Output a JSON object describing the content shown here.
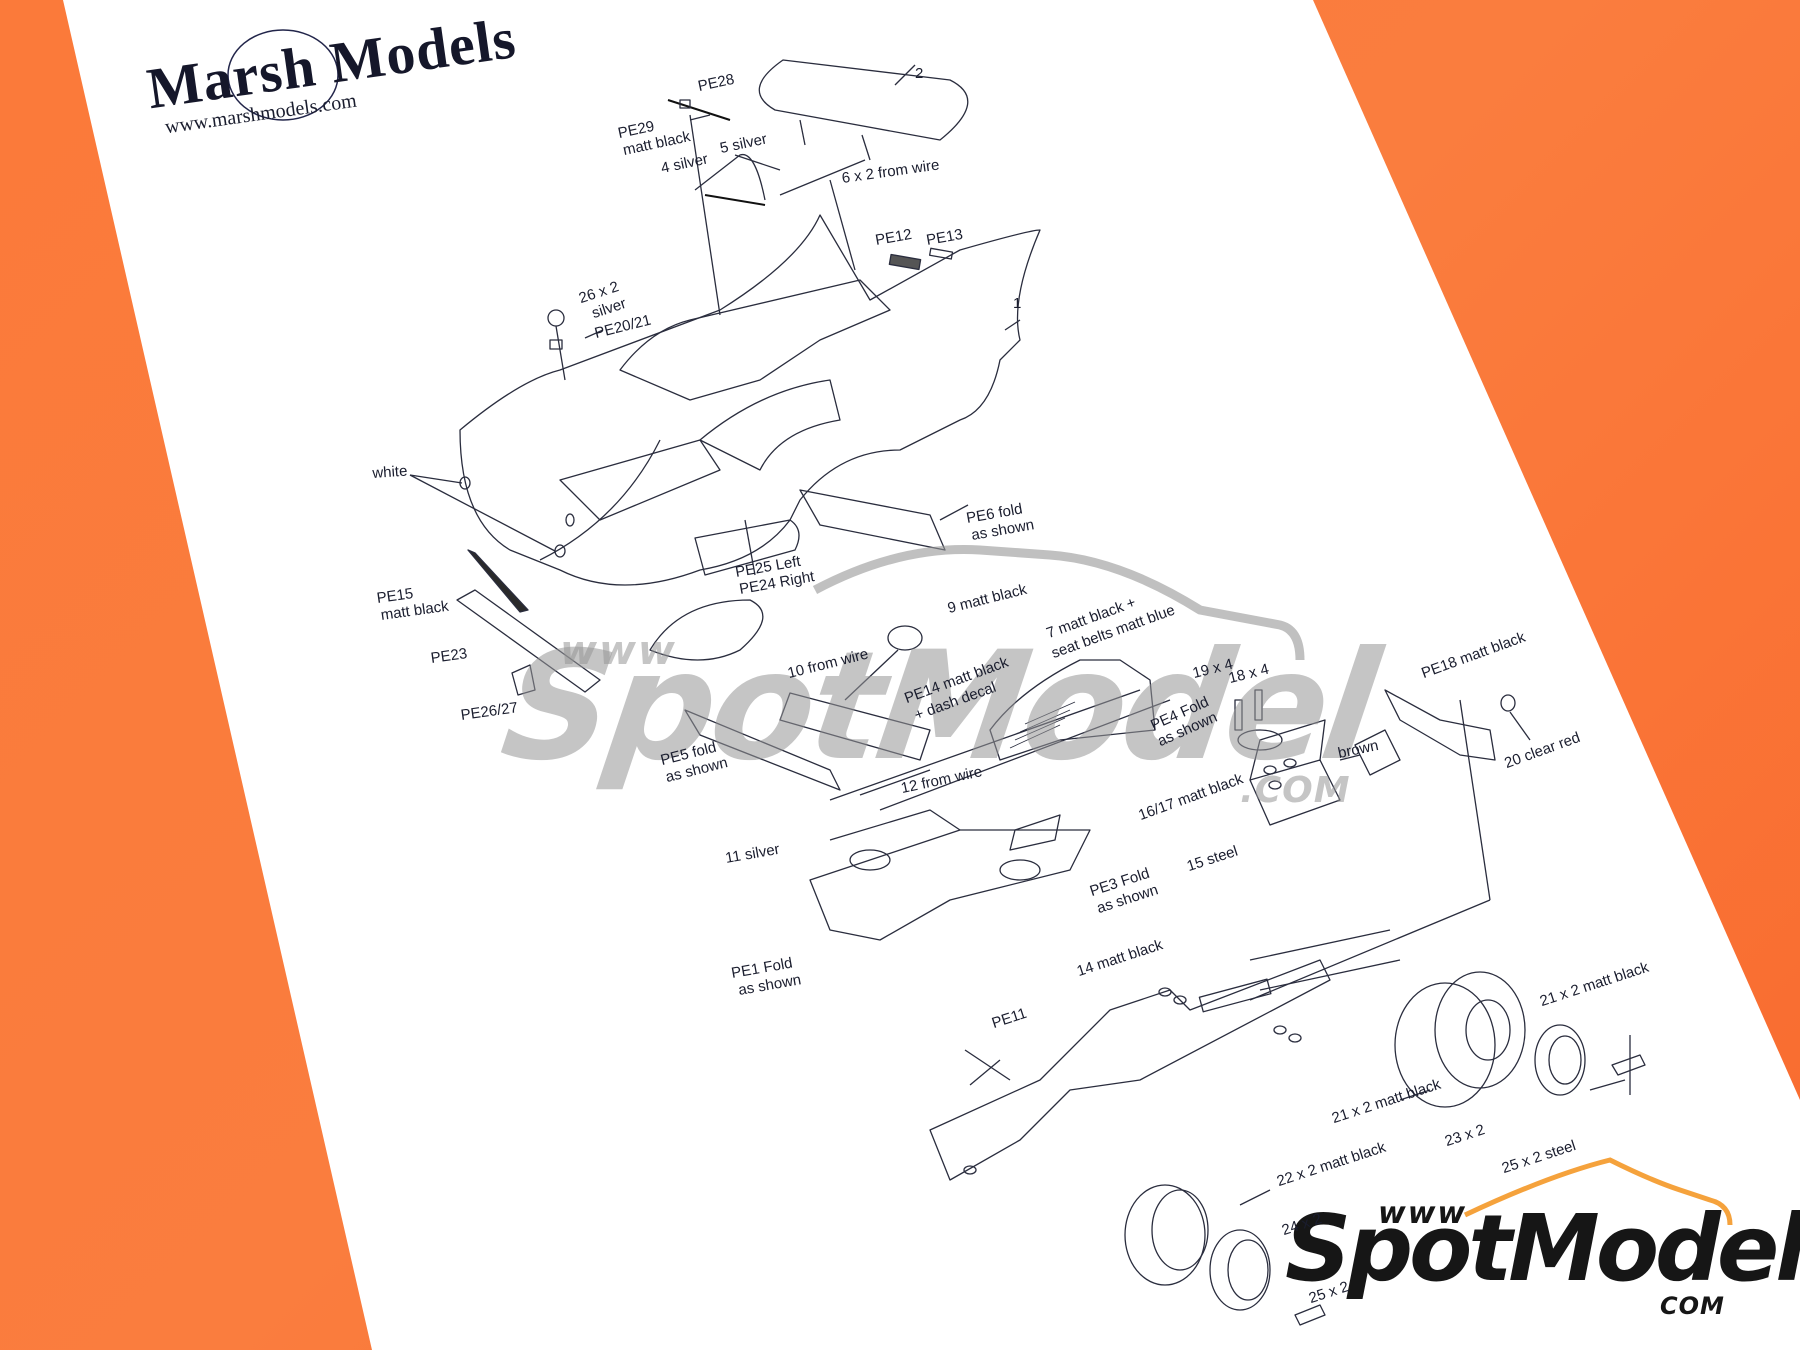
{
  "colors": {
    "background": "#fa7a3c",
    "paper": "#ffffff",
    "ink": "#1a1d2e",
    "watermark_gray": "#9a9a9a",
    "watermark_orange": "#f5a23c"
  },
  "brand": {
    "title": "Marsh Models",
    "url": "www.marshmodels.com",
    "icon": "frog-icon"
  },
  "watermark": {
    "www": "www",
    "name": "SpotModel",
    "com": ".COM",
    "com_br": "COM"
  },
  "labels": {
    "pe28": "PE28",
    "pe29": "PE29",
    "pe29_color": "matt black",
    "part2": "2",
    "part5": "5 silver",
    "part4": "4 silver",
    "part6": "6 x 2 from wire",
    "pe12": "PE12",
    "pe13": "PE13",
    "part1": "1",
    "part26": "26 x 2",
    "part26_color": "silver",
    "pe20_21": "PE20/21",
    "white": "white",
    "pe6_1": "PE6 fold",
    "pe6_2": "as shown",
    "pe25": "PE25 Left",
    "pe24": "PE24 Right",
    "pe15": "PE15",
    "pe15_color": "matt black",
    "pe23": "PE23",
    "pe26_27": "PE26/27",
    "part9": "9 matt black",
    "part7_1": "7 matt black +",
    "part7_2": "seat belts matt blue",
    "part10": "10 from wire",
    "pe14_1": "PE14 matt black",
    "pe14_2": "+ dash decal",
    "pe5_1": "PE5 fold",
    "pe5_2": "as shown",
    "part12": "12 from wire",
    "pe4_1": "PE4 Fold",
    "pe4_2": "as shown",
    "part19": "19 x 4",
    "part18": "18 x 4",
    "brown": "brown",
    "pe18": "PE18 matt black",
    "part20": "20 clear red",
    "part16_17": "16/17 matt black",
    "part15": "15 steel",
    "part11": "11 silver",
    "pe3_1": "PE3 Fold",
    "pe3_2": "as shown",
    "pe1_1": "PE1 Fold",
    "pe1_2": "as shown",
    "part14": "14 matt black",
    "pe11": "PE11",
    "part21a": "21 x 2 matt black",
    "part21b": "21 x 2 matt black",
    "part23": "23 x 2",
    "part25a": "25 x 2 steel",
    "part22": "22 x 2 matt black",
    "part24": "24 x 2",
    "part25b": "25 x 2"
  }
}
